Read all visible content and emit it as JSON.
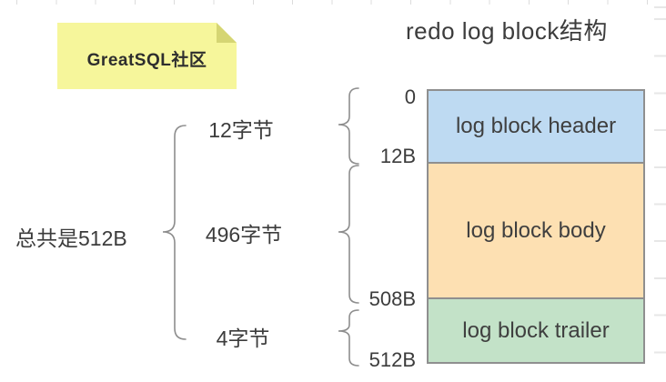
{
  "sticky_note": {
    "label": "GreatSQL社区",
    "fill": "#f6f69b",
    "fold_fill": "#d5d573"
  },
  "title": "redo log block结构",
  "summary": {
    "total_label": "总共是512B"
  },
  "size_labels": {
    "header": "12字节",
    "body": "496字节",
    "trailer": "4字节"
  },
  "offsets": {
    "start": "0",
    "header_end": "12B",
    "body_end": "508B",
    "block_end": "512B"
  },
  "blocks": {
    "header": {
      "label": "log block header",
      "fill": "#bedaf2"
    },
    "body": {
      "label": "log block body",
      "fill": "#fde0b2"
    },
    "trailer": {
      "label": "log block trailer",
      "fill": "#c3e2c8"
    }
  },
  "colors": {
    "block_border": "#8f8f8f",
    "brace_stroke": "#8d8d8d",
    "text": "#3c3c3c",
    "grid_tick": "#dcdcdc"
  }
}
